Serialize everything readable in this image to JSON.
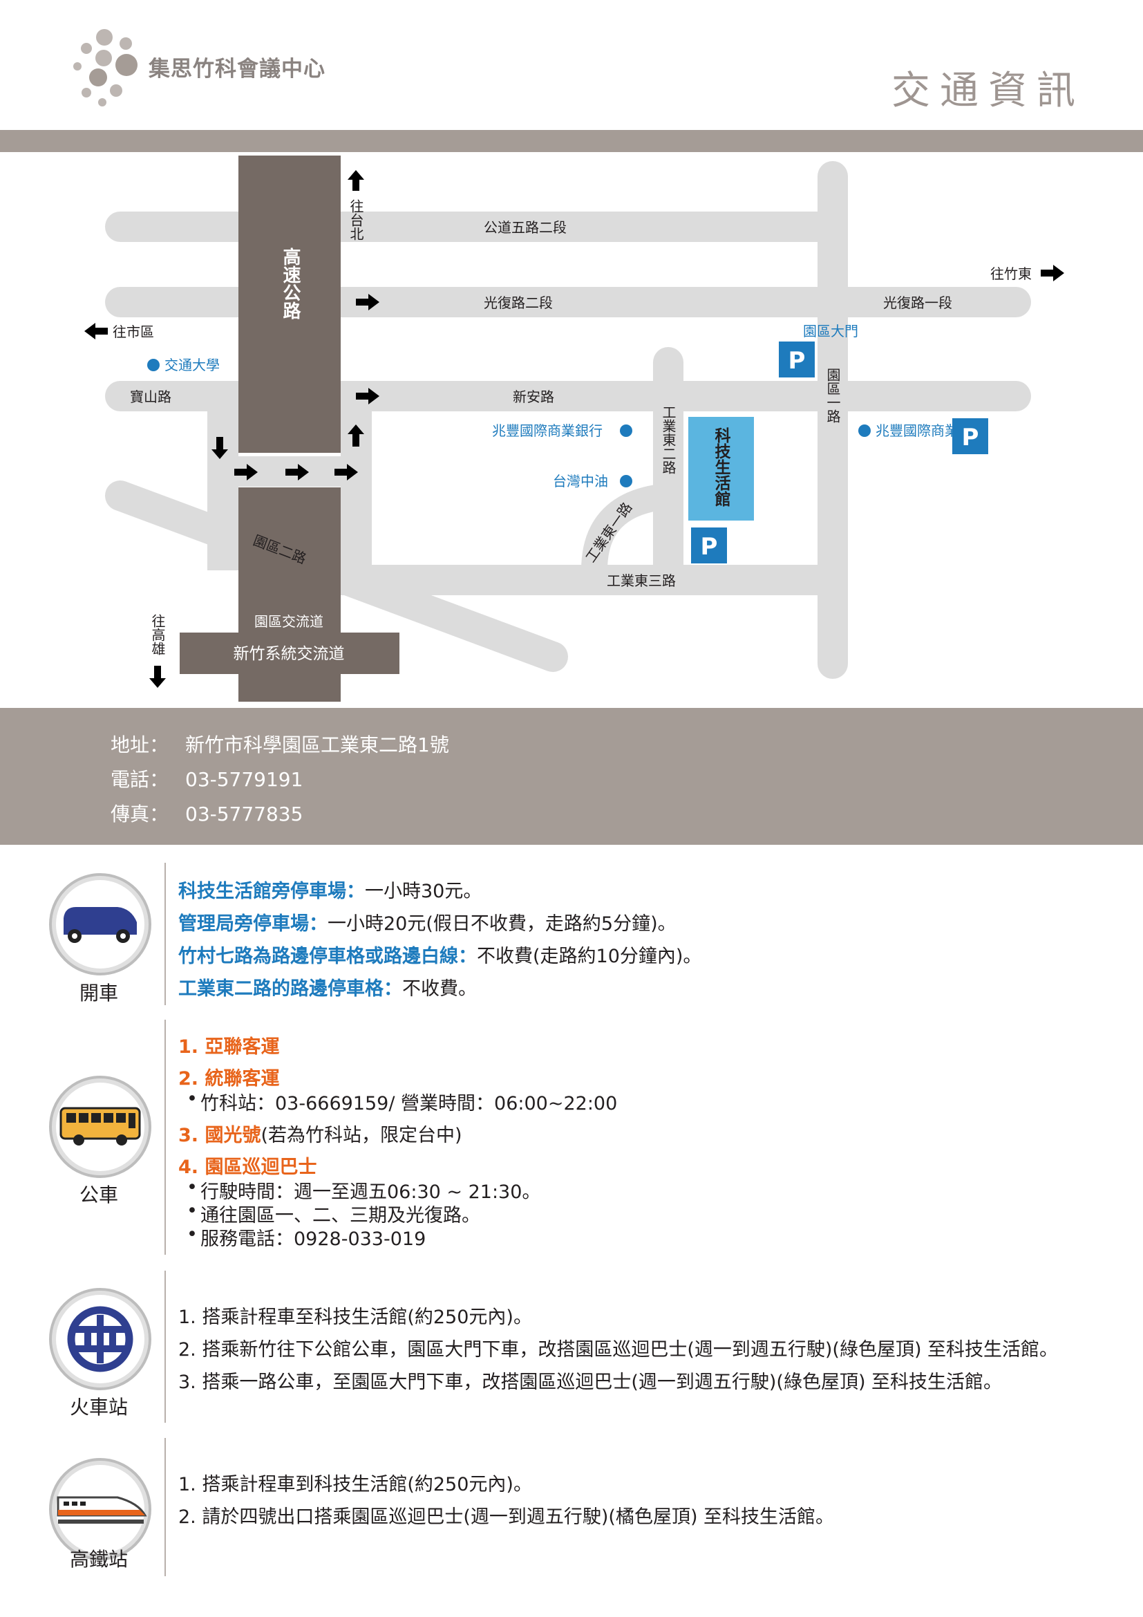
{
  "header": {
    "logo_text": "集思竹科會議中心",
    "page_title": "交通資訊"
  },
  "map": {
    "roads": {
      "freeway": "高速公路",
      "gongdao5": "公道五路二段",
      "guangfu2": "光復路二段",
      "guangfu1": "光復路一段",
      "xinan": "新安路",
      "baoshan": "寶山路",
      "yuanqu2": "園區二路",
      "yuanqu1": "園區一路",
      "gongye_dong2": "工業東二路",
      "gongye_dong1": "工業東一路",
      "gongye_dong3": "工業東三路",
      "interchange_small": "園區交流道",
      "interchange_big": "新竹系統交流道"
    },
    "directions": {
      "taipei": "往台北",
      "shiqu": "往市區",
      "zhudong": "往竹東",
      "kaohsiung": "往高雄"
    },
    "landmarks": {
      "nctu": "交通大學",
      "gate": "園區大門",
      "bank_a": "兆豐國際商業銀行",
      "bank_b": "兆豐國際商業銀行",
      "cpc": "台灣中油",
      "venue": "科技生活館",
      "parking": "P"
    },
    "colors": {
      "road": "#dcdcdc",
      "freeway": "#756a64",
      "label_blue": "#1e7bbd",
      "venue_fill": "#5bb5e0",
      "parking": "#1e7bbd"
    }
  },
  "contact": {
    "address_label": "地址：",
    "address": "新竹市科學園區工業東二路1號",
    "phone_label": "電話：",
    "phone": "03-5779191",
    "fax_label": "傳真：",
    "fax": "03-5777835"
  },
  "car": {
    "label": "開車",
    "lines": [
      {
        "head": "科技生活館旁停車場：",
        "text": "一小時30元。"
      },
      {
        "head": "管理局旁停車場：",
        "text": "一小時20元(假日不收費，走路約5分鐘)。"
      },
      {
        "head": "竹村七路為路邊停車格或路邊白線：",
        "text": "不收費(走路約10分鐘內)。"
      },
      {
        "head": "工業東二路的路邊停車格：",
        "text": "不收費。"
      }
    ]
  },
  "bus": {
    "label": "公車",
    "item1": "1. 亞聯客運",
    "item2": "2. 統聯客運",
    "item2_b1": "竹科站：03-6669159/ 營業時間：06:00~22:00",
    "item3_head": "3. 國光號",
    "item3_text": "(若為竹科站，限定台中)",
    "item4": "4. 園區巡迴巴士",
    "item4_b1": "行駛時間：週一至週五06:30 ~ 21:30。",
    "item4_b2": "通往園區一、二、三期及光復路。",
    "item4_b3": "服務電話：0928-033-019"
  },
  "train": {
    "label": "火車站",
    "lines": [
      "1. 搭乘計程車至科技生活館(約250元內)。",
      "2. 搭乘新竹往下公館公車，園區大門下車，改搭園區巡迴巴士(週一到週五行駛)(綠色屋頂) 至科技生活館。",
      "3. 搭乘一路公車，至園區大門下車，改搭園區巡迴巴士(週一到週五行駛)(綠色屋頂) 至科技生活館。"
    ]
  },
  "hsr": {
    "label": "高鐵站",
    "lines": [
      "1. 搭乘計程車到科技生活館(約250元內)。",
      "2. 請於四號出口搭乘園區巡迴巴士(週一到週五行駛)(橘色屋頂) 至科技生活館。"
    ]
  }
}
